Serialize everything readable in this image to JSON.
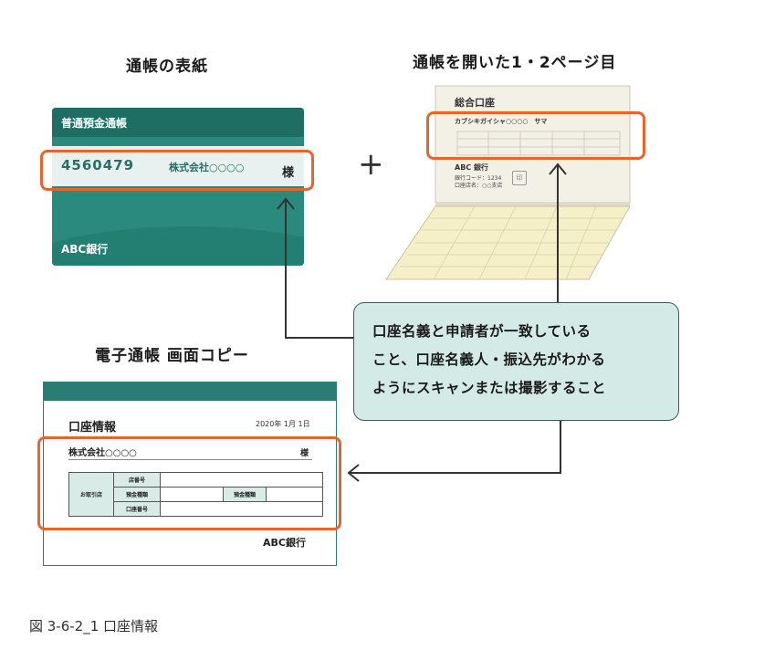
{
  "headings": {
    "cover": "通帳の表紙",
    "open": "通帳を開いた1・2ページ目",
    "electronic": "電子通帳 画面コピー"
  },
  "cover": {
    "title": "普通預金通帳",
    "account_number": "4560479",
    "account_name": "株式会社○○○○",
    "honorific": "様",
    "bank": "ABC銀行"
  },
  "open_passbook": {
    "title": "総合口座",
    "kana_name": "カブシキガイシャ○○○○　サマ",
    "bank": "ABC 銀行",
    "bank_code": "銀行コード：1234",
    "branch": "口座店名：○○支店",
    "seal": "印"
  },
  "plus": "+",
  "electronic": {
    "title": "口座情報",
    "date": "2020年 1月 1日",
    "account_name": "株式会社○○○○",
    "honorific": "様",
    "table": {
      "side_label": "お取引店",
      "branch_no": "店番号",
      "deposit_type": "預金種類",
      "deposit_type2": "預金種類",
      "account_no": "口座番号"
    },
    "bank": "ABC銀行"
  },
  "callout": {
    "lines": [
      "口座名義と申請者が一致している",
      "こと、口座名義人・振込先がわかる",
      "ようにスキャンまたは撮影すること"
    ]
  },
  "caption": "図 3-6-2_1  口座情報",
  "colors": {
    "highlight": "#e8642a",
    "passbook_green": "#2a8a7d",
    "callout_bg": "#d4eae6"
  }
}
